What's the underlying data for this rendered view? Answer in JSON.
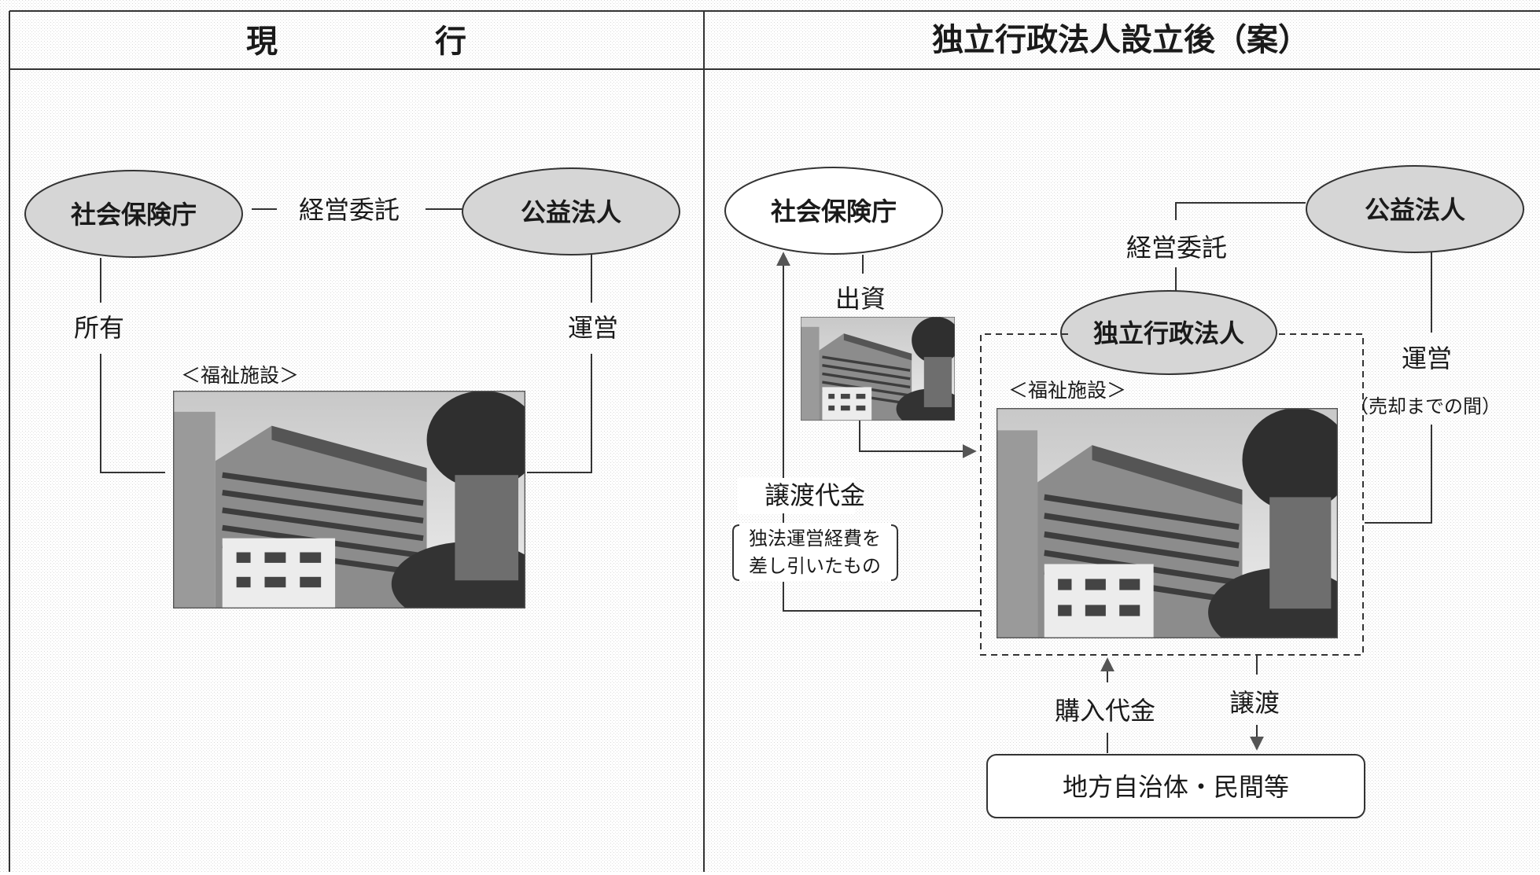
{
  "headers": {
    "left": "現　　　　　行",
    "right": "独立行政法人設立後（案）"
  },
  "left_panel": {
    "agency": "社会保険庁",
    "corporation": "公益法人",
    "consign_label": "経営委託",
    "own_label": "所有",
    "operate_label": "運営",
    "facility_caption": "＜福祉施設＞"
  },
  "right_panel": {
    "agency": "社会保険庁",
    "corporation": "公益法人",
    "consign_label": "経営委託",
    "iai": "独立行政法人",
    "invest_label": "出資",
    "facility_caption": "＜福祉施設＞",
    "operate_label": "運営",
    "operate_note": "（売却までの間）",
    "transfer_price_label": "譲渡代金",
    "transfer_price_note_line1": "独法運営経費を",
    "transfer_price_note_line2": "差し引いたもの",
    "purchase_label": "購入代金",
    "transfer_label": "譲渡",
    "buyers": "地方自治体・民間等"
  },
  "colors": {
    "ellipse_fill": "#d6d6d6",
    "background": "#ffffff",
    "line": "#333333"
  }
}
